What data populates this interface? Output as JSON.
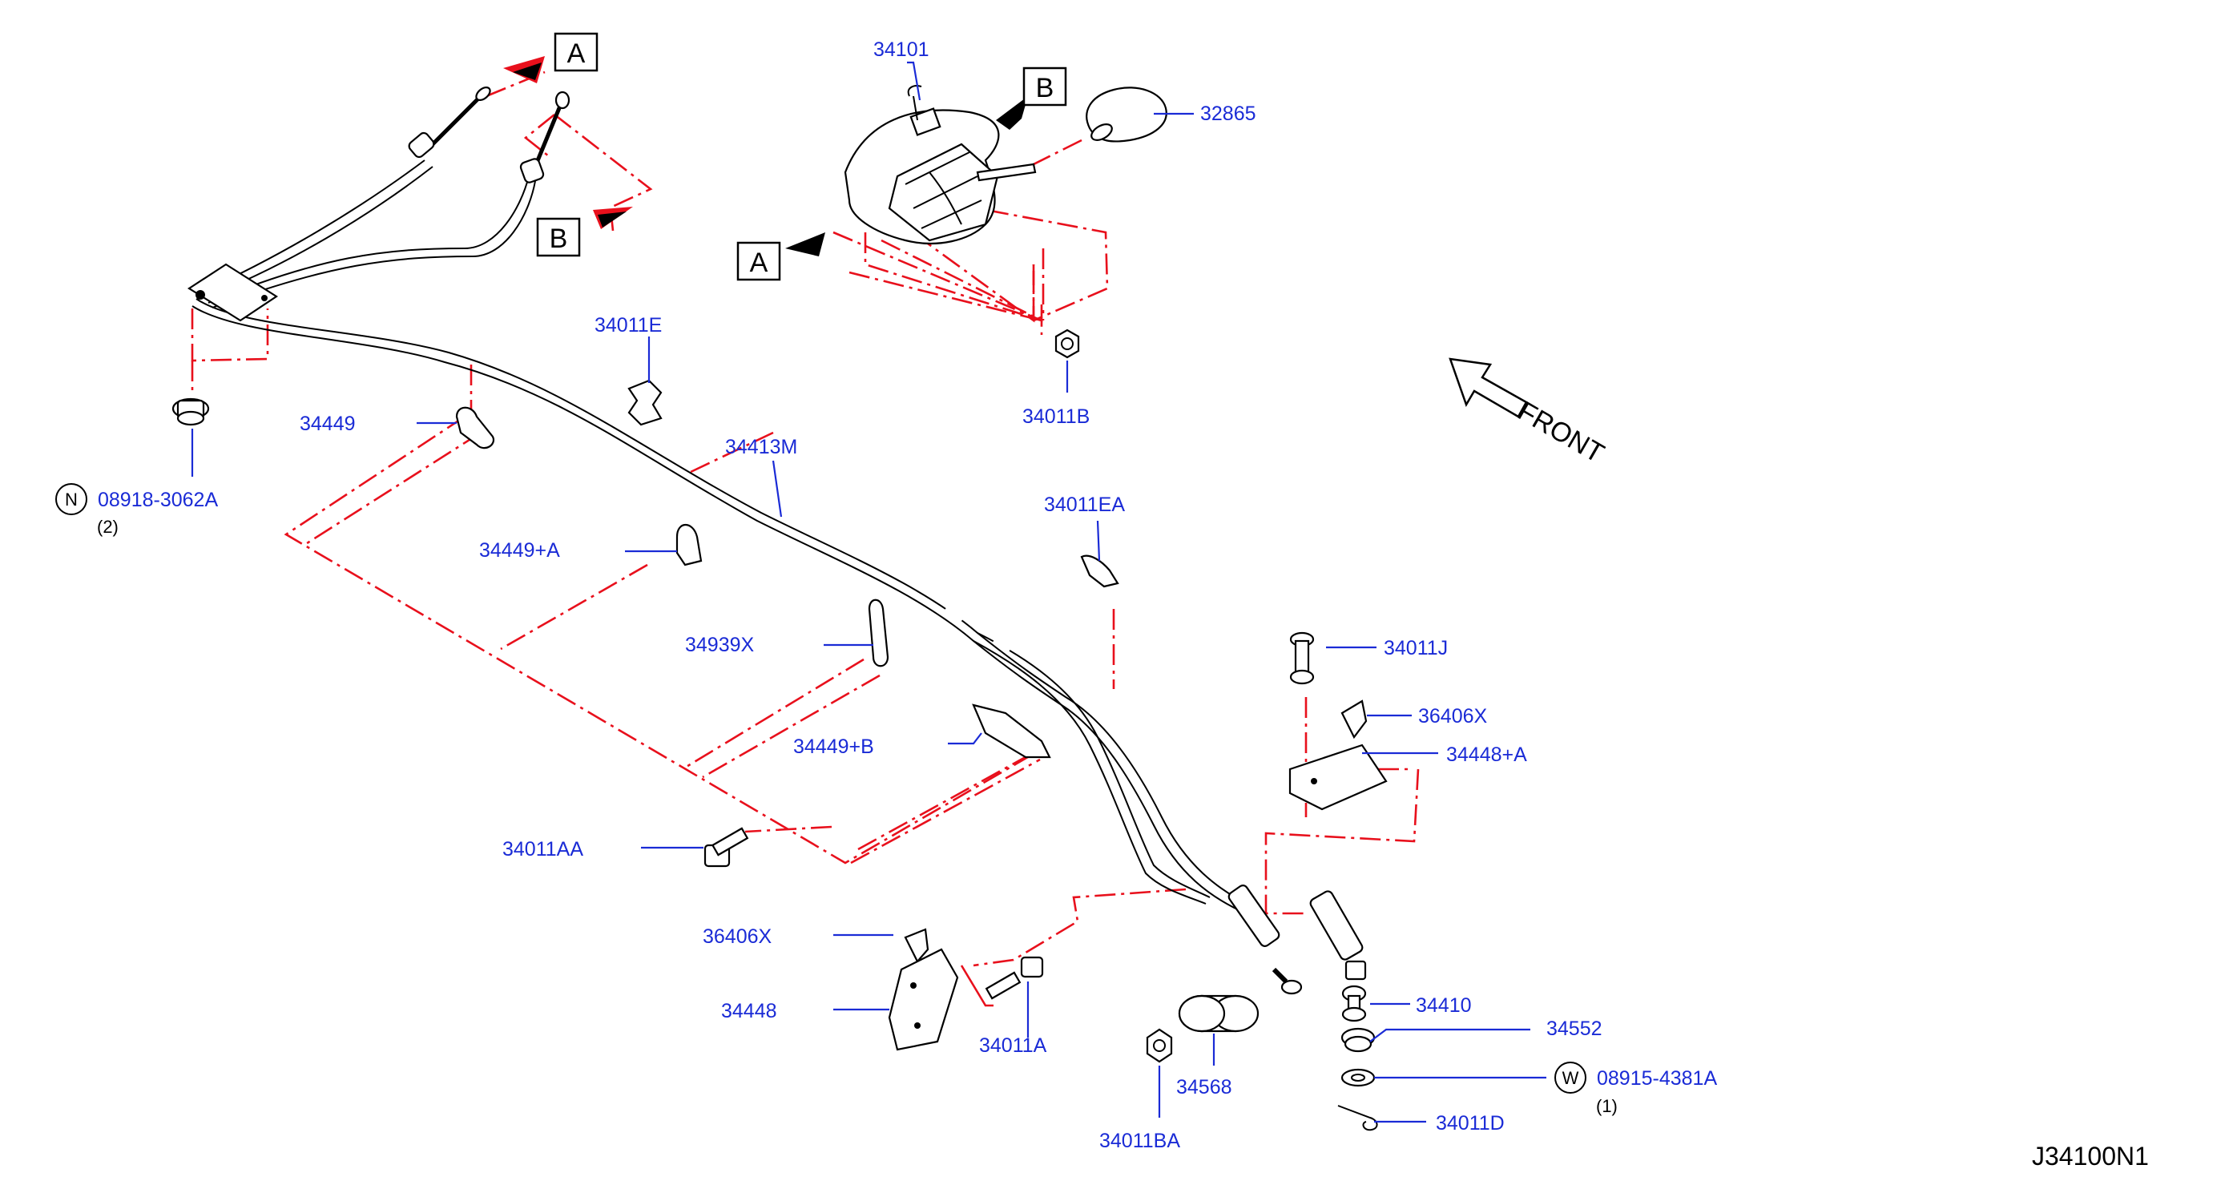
{
  "diagram_id": "J34100N1",
  "front_label": "FRONT",
  "view_markers": {
    "a": "A",
    "b": "B"
  },
  "parts": {
    "p34101": "34101",
    "p32865": "32865",
    "p34011B": "34011B",
    "p34011E": "34011E",
    "p34449": "34449",
    "p34413M": "34413M",
    "p34449A": "34449+A",
    "p34011EA": "34011EA",
    "p34939X": "34939X",
    "p34449B": "34449+B",
    "p34011J": "34011J",
    "p36406X_upper": "36406X",
    "p34448A": "34448+A",
    "p34011AA": "34011AA",
    "p36406X_lower": "36406X",
    "p34448": "34448",
    "p34011A": "34011A",
    "p34568": "34568",
    "p34011BA": "34011BA",
    "p34410": "34410",
    "p34552": "34552",
    "p34011D": "34011D"
  },
  "standard_parts": {
    "nut": {
      "symbol": "N",
      "number": "08918-3062A",
      "qty": "(2)"
    },
    "washer": {
      "symbol": "W",
      "number": "08915-4381A",
      "qty": "(1)"
    }
  },
  "colors": {
    "label": "#1a2bd6",
    "dash_line": "#e8101c",
    "line_art": "#000000"
  },
  "icons": [
    "arrow-icon",
    "front-arrow-icon"
  ]
}
